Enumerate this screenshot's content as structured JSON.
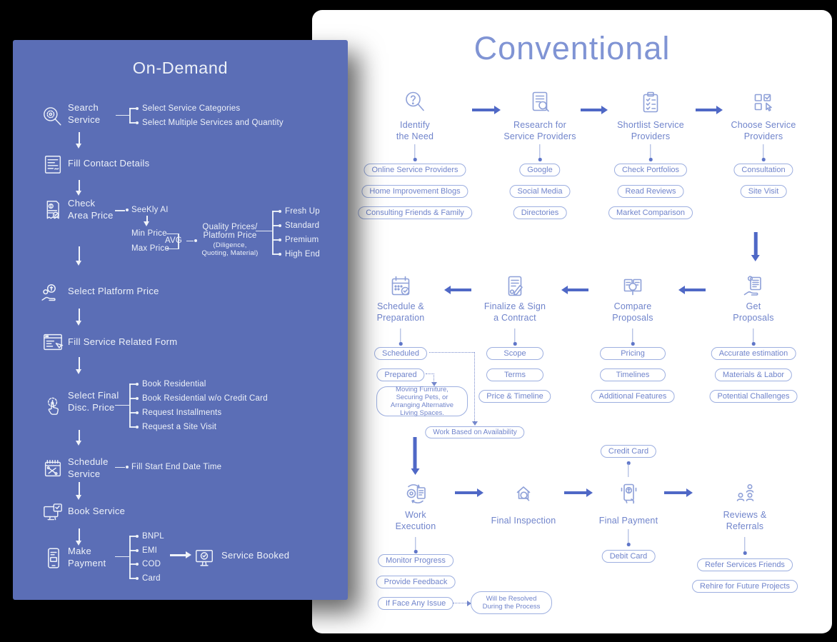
{
  "colors": {
    "background": "#000000",
    "on_demand_bg": "#5b6eb6",
    "on_demand_text": "#eef2f9",
    "conventional_bg": "#ffffff",
    "title_blue": "#8094d4",
    "text_blue": "#7084cb",
    "arrow_blue": "#4f68c6",
    "pill_border": "#9dafe0",
    "icon_blue": "#8ea0d8"
  },
  "od": {
    "title": "On-Demand",
    "steps": [
      {
        "label1": "Search",
        "label2": "Service"
      },
      {
        "label1": "Fill Contact Details"
      },
      {
        "label1": "Check",
        "label2": "Area Price"
      },
      {
        "label1": "Select Platform Price"
      },
      {
        "label1": "Fill Service Related Form"
      },
      {
        "label1": "Select Final",
        "label2": "Disc. Price"
      },
      {
        "label1": "Schedule",
        "label2": "Service"
      },
      {
        "label1": "Book Service"
      },
      {
        "label1": "Make",
        "label2": "Payment"
      },
      {
        "label1": "Service Booked"
      }
    ],
    "search_branches": [
      "Select Service Categories",
      "Select Multiple Services and Quantity"
    ],
    "price_flow": {
      "ai": "SeeKly AI",
      "min": "Min Price",
      "max": "Max Price",
      "avg": "AVG",
      "quality1": "Quality Prices/",
      "quality2": "Platform Price",
      "note1": "(Diligence,",
      "note2": "Quoting, Material)",
      "tiers": [
        "Fresh Up",
        "Standard",
        "Premium",
        "High End"
      ]
    },
    "disc_branches": [
      "Book Residential",
      "Book Residential w/o Credit Card",
      "Request Installments",
      "Request a Site Visit"
    ],
    "schedule_branch": "Fill Start End Date Time",
    "payment_branches": [
      "BNPL",
      "EMI",
      "COD",
      "Card"
    ]
  },
  "conv": {
    "title": "Conventional",
    "row1": [
      {
        "label1": "Identify",
        "label2": "the Need",
        "pills": [
          "Online Service Providers",
          "Home Improvement Blogs",
          "Consulting Friends & Family"
        ]
      },
      {
        "label1": "Research for",
        "label2": "Service Providers",
        "pills": [
          "Google",
          "Social Media",
          "Directories"
        ]
      },
      {
        "label1": "Shortlist Service",
        "label2": "Providers",
        "pills": [
          "Check Portfolios",
          "Read Reviews",
          "Market Comparison"
        ]
      },
      {
        "label1": "Choose Service",
        "label2": "Providers",
        "pills": [
          "Consultation",
          "Site Visit"
        ]
      }
    ],
    "row2": [
      {
        "label1": "Get",
        "label2": "Proposals",
        "pills": [
          "Accurate estimation",
          "Materials & Labor",
          "Potential Challenges"
        ]
      },
      {
        "label1": "Compare",
        "label2": "Proposals",
        "pills": [
          "Pricing",
          "Timelines",
          "Additional Features"
        ]
      },
      {
        "label1": "Finalize & Sign",
        "label2": "a Contract",
        "pills": [
          "Scope",
          "Terms",
          "Price & Timeline"
        ]
      },
      {
        "label1": "Schedule &",
        "label2": "Preparation",
        "pills": [
          "Scheduled",
          "Prepared"
        ],
        "note": "Moving Furniture, Securing Pets, or Arranging Alternative Living Spaces.",
        "availability": "Work Based on Availability"
      }
    ],
    "row3": [
      {
        "label1": "Work",
        "label2": "Execution",
        "pills": [
          "Monitor Progress",
          "Provide Feedback",
          "If Face Any Issue"
        ],
        "note": "Will be Resolved During the Process"
      },
      {
        "label1": "Final Inspection"
      },
      {
        "label1": "Final Payment",
        "above": "Credit Card",
        "below": "Debit Card"
      },
      {
        "label1": "Reviews &",
        "label2": "Referrals",
        "pills": [
          "Refer Services Friends",
          "Rehire for Future Projects"
        ]
      }
    ]
  }
}
